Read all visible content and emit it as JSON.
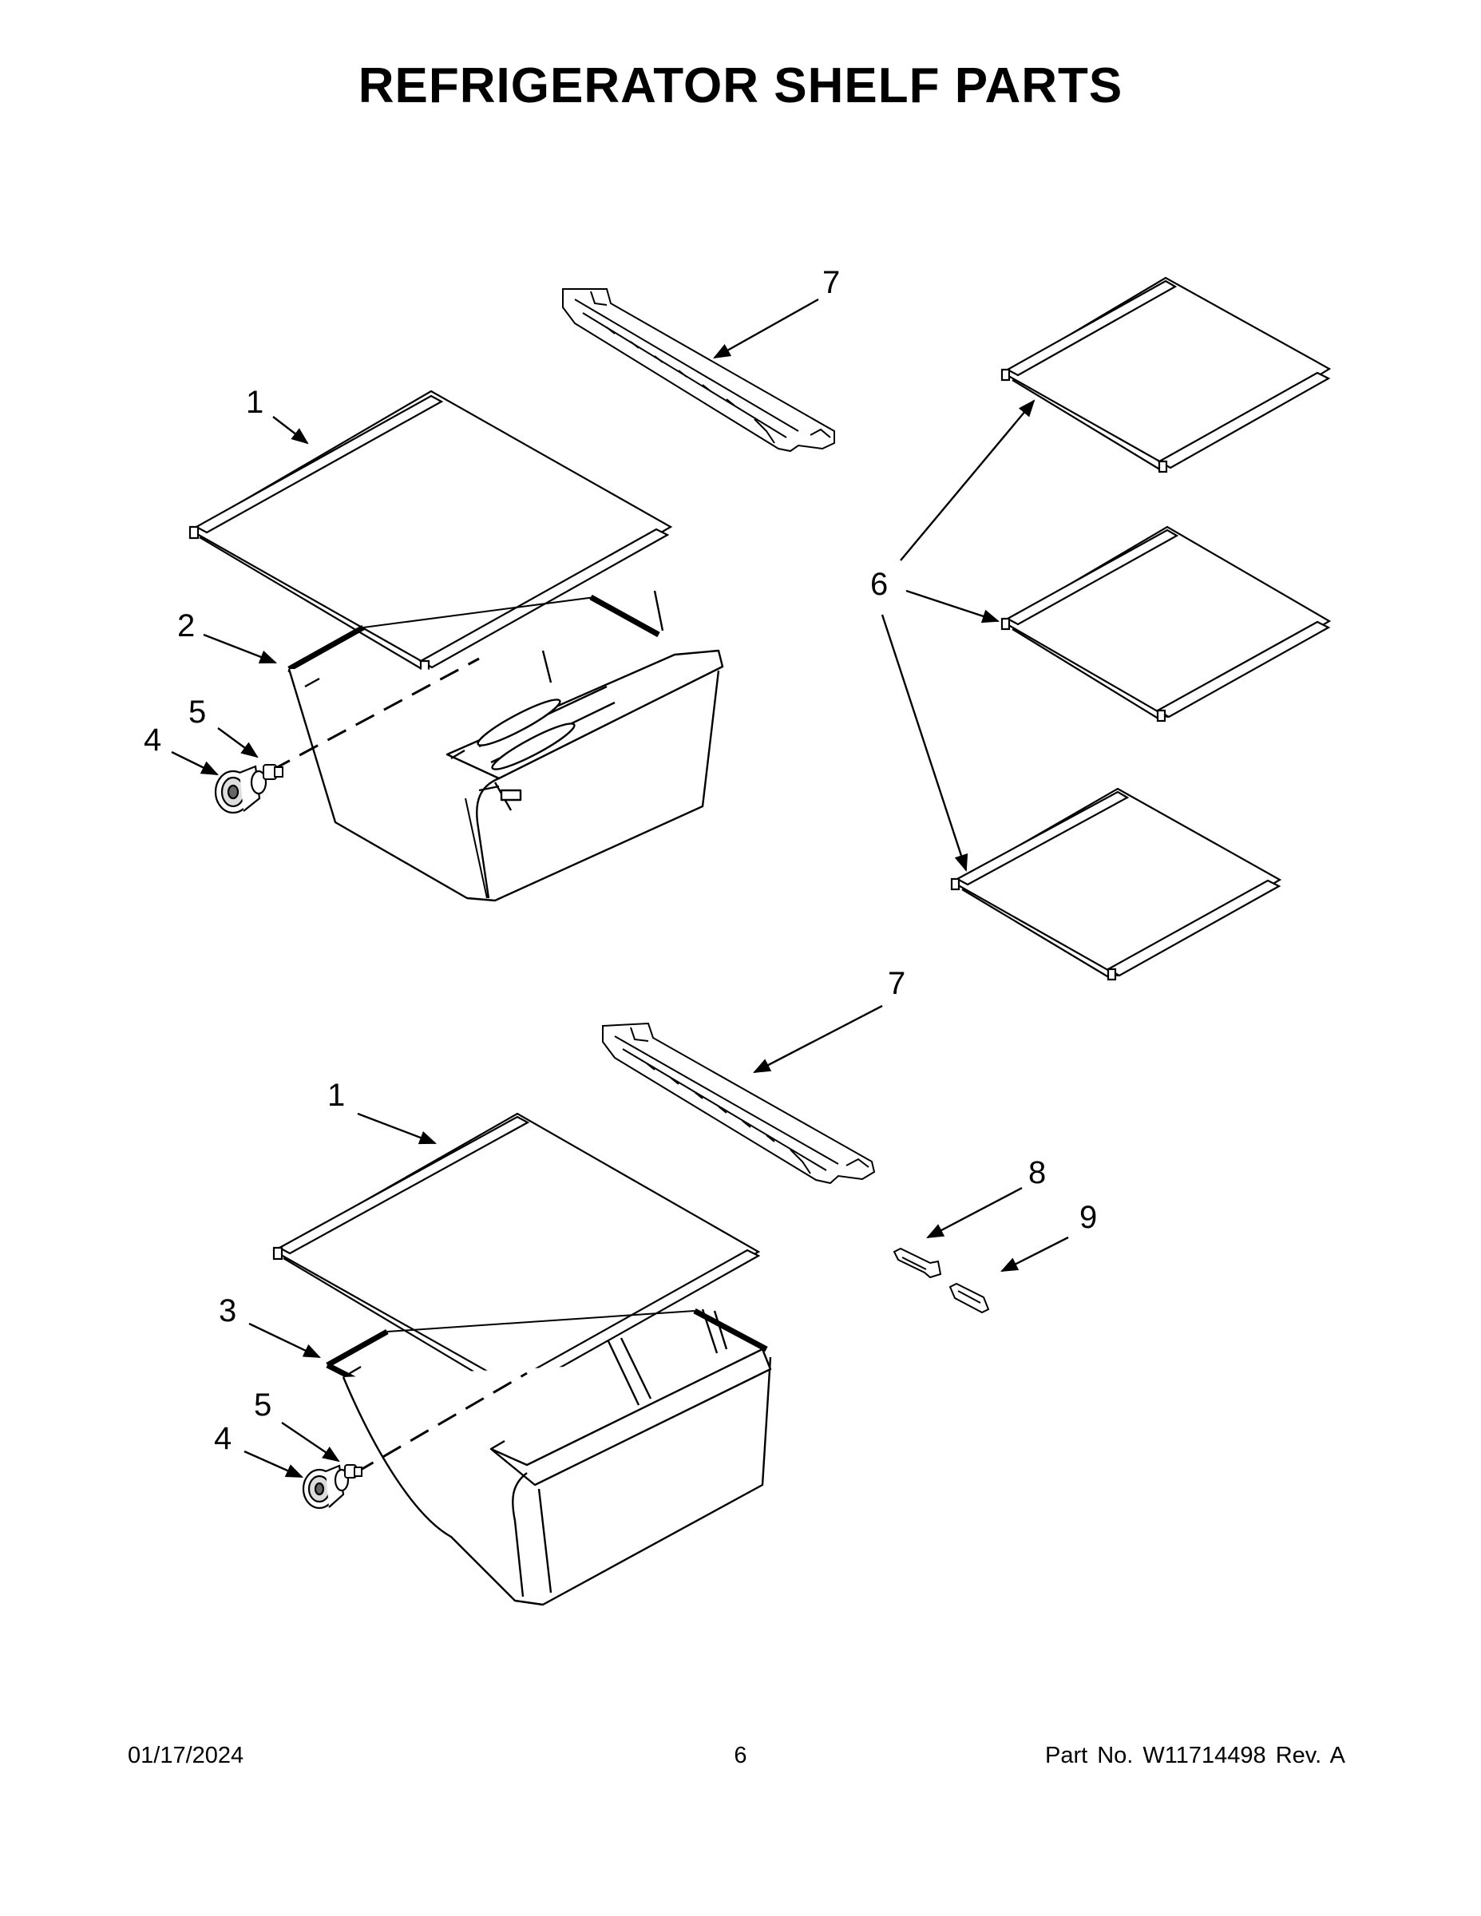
{
  "title": "REFRIGERATOR SHELF PARTS",
  "callouts": {
    "c1_top": "1",
    "c2": "2",
    "c5_top": "5",
    "c4_top": "4",
    "c7_top": "7",
    "c6": "6",
    "c7_bottom": "7",
    "c1_bottom": "1",
    "c3": "3",
    "c5_bottom": "5",
    "c4_bottom": "4",
    "c8": "8",
    "c9": "9"
  },
  "footer": {
    "date": "01/17/2024",
    "page": "6",
    "part_no": "Part No.  W11714498  Rev.  A"
  }
}
